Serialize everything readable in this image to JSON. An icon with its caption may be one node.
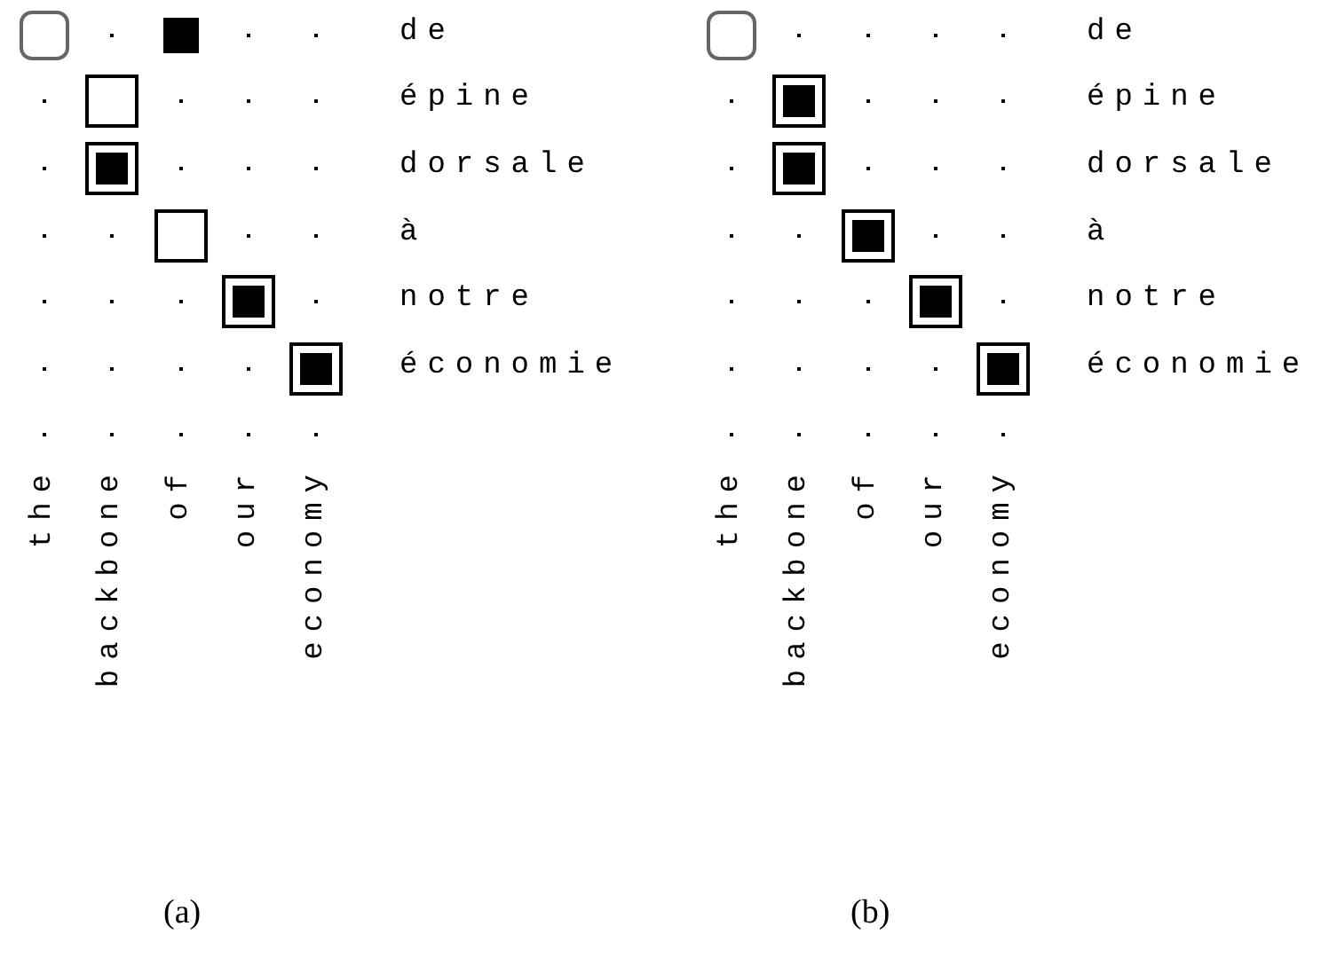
{
  "diagram": {
    "labels": [
      "de",
      "épine",
      "dorsale",
      "à",
      "notre",
      "économie",
      "the",
      "backbone",
      "of",
      "our",
      "economy",
      "de",
      "épine",
      "dorsale",
      "à",
      "notre",
      "économie",
      "the",
      "backbone",
      "of",
      "our",
      "economy",
      "(a)",
      "(b)"
    ]
  }
}
